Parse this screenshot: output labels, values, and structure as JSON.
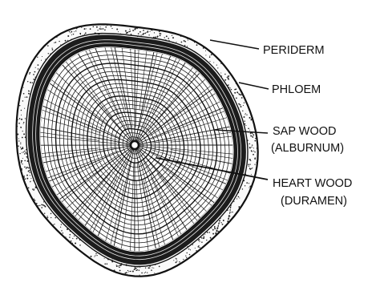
{
  "labels": {
    "periderm": "PERIDERM",
    "phloem": "PHLOEM",
    "sapwood_line1": "SAP WOOD",
    "sapwood_line2": "(ALBURNUM)",
    "heartwood_line1": "HEART WOOD",
    "heartwood_line2": "(DURAMEN)"
  },
  "colors": {
    "ink": "#111111",
    "paper": "#ffffff"
  }
}
